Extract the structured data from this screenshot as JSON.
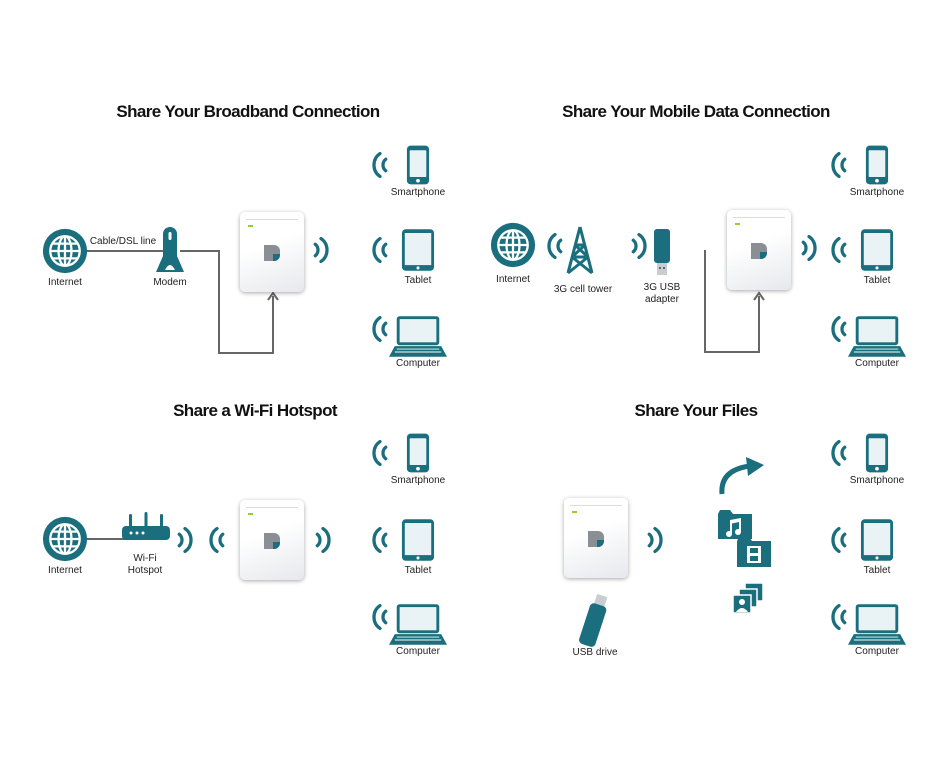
{
  "colors": {
    "accent": "#1a6e7e",
    "line": "#666666"
  },
  "panels": [
    {
      "title": "Share Your Broadband Connection",
      "labels": {
        "internet": "Internet",
        "cable": "Cable/DSL line",
        "modem": "Modem"
      }
    },
    {
      "title": "Share Your Mobile Data Connection",
      "labels": {
        "internet": "Internet",
        "tower": "3G cell tower",
        "adapter_1": "3G USB",
        "adapter_2": "adapter"
      }
    },
    {
      "title": "Share a Wi-Fi Hotspot",
      "labels": {
        "internet": "Internet",
        "hotspot_1": "Wi-Fi",
        "hotspot_2": "Hotspot"
      }
    },
    {
      "title": "Share Your Files",
      "labels": {
        "usb": "USB drive"
      }
    }
  ],
  "devices": {
    "smartphone": "Smartphone",
    "tablet": "Tablet",
    "computer": "Computer"
  }
}
